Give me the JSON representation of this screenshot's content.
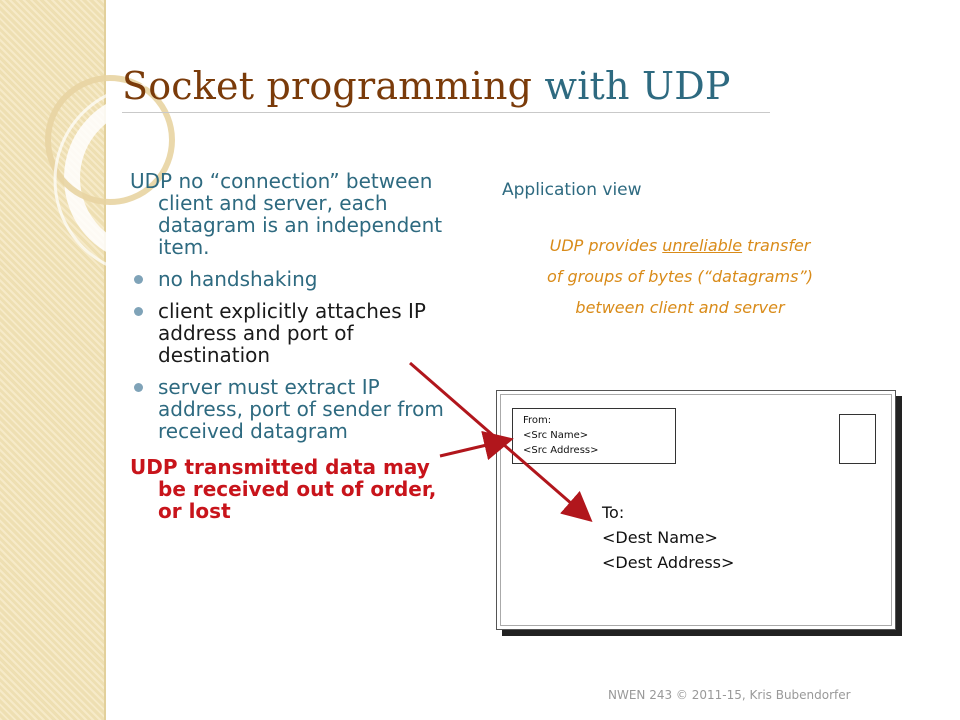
{
  "title": {
    "main": "Socket programming ",
    "accent": "with UDP"
  },
  "left": {
    "lead": "UDP  no “connection” between client and server, each datagram is an independent item.",
    "bullets": [
      "no handshaking",
      "client explicitly attaches IP address and port of destination",
      "server must extract IP address, port of sender from received datagram"
    ],
    "red_note": "UDP transmitted data may be received out of order, or lost"
  },
  "right": {
    "app_view": "Application view",
    "orange": {
      "line1_pre": "UDP provides ",
      "line1_u": "unreliable",
      "line1_post": " transfer",
      "line2": "of groups of bytes (“datagrams”)",
      "line3": "between client and server"
    }
  },
  "envelope": {
    "from_label": "From:",
    "from_name": "<Src Name>",
    "from_addr": "<Src Address>",
    "to_label": "To:",
    "to_name": "<Dest Name>",
    "to_addr": "<Dest Address>"
  },
  "colors": {
    "title": "#7a3b0a",
    "accent": "#2e6a80",
    "red": "#c8141b",
    "orange": "#d98b19",
    "arrow": "#b1161c"
  },
  "footer": "NWEN 243 © 2011-15, Kris Bubendorfer"
}
